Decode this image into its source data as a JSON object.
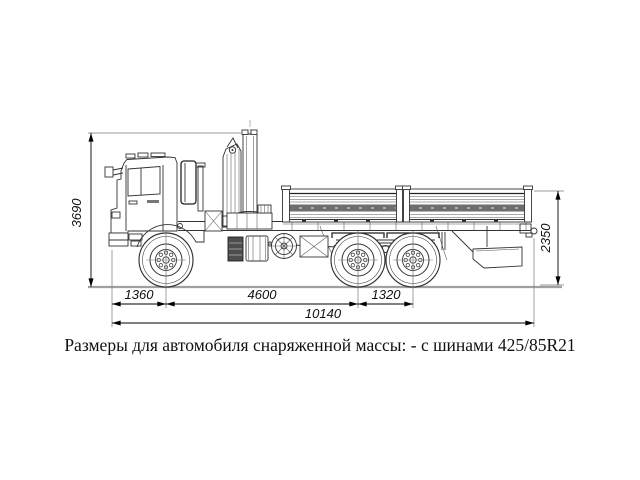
{
  "drawing": {
    "caption": "Размеры для автомобиля снаряженной массы: - с шинами 425/85R21",
    "dims": {
      "overall_height": "3690",
      "loading_height": "2350",
      "front_overhang": "1360",
      "wheelbase": "4600",
      "bogie_base": "1320",
      "overall_length": "10140"
    },
    "colors": {
      "drawing_line": "#333333",
      "ground_line": "#a0a0a0",
      "dimension_line": "#000000",
      "background": "#ffffff"
    }
  }
}
